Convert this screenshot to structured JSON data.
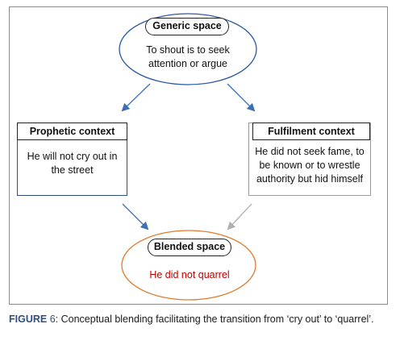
{
  "nodes": {
    "generic": {
      "title": "Generic space",
      "text_line1": "To shout is to seek",
      "text_line2": "attention or argue"
    },
    "prophetic": {
      "title": "Prophetic context",
      "text_line1": "He will not cry out in",
      "text_line2": "the street"
    },
    "fulfilment": {
      "title": "Fulfilment context",
      "text_line1": "He did not seek fame, to",
      "text_line2": "be known or to wrestle",
      "text_line3": "authority but hid himself"
    },
    "blended": {
      "title": "Blended space",
      "text": "He did not quarrel"
    }
  },
  "caption": {
    "label": "FIGURE",
    "number": "6",
    "text": ": Conceptual blending facilitating the transition from ‘cry out’ to ‘quarrel’."
  },
  "colors": {
    "generic_ellipse": "#2b5aa6",
    "blended_ellipse": "#e07b2e",
    "arrow_blue": "#3d6fb5",
    "arrow_grey": "#b0b0b0",
    "blended_text": "#c00000"
  }
}
